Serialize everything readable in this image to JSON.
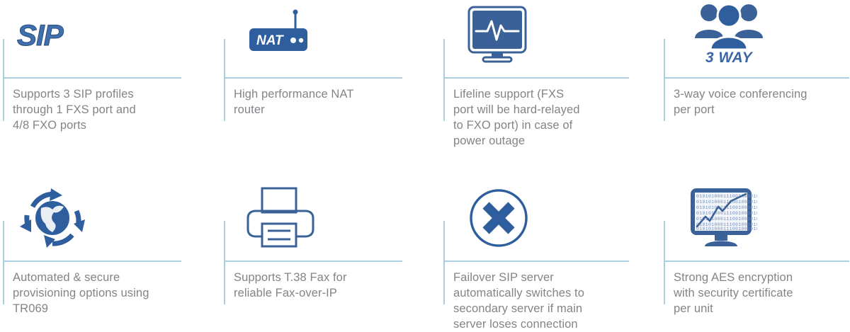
{
  "accent_blue": "#2e5e9e",
  "divider_color": "#a9cfe0",
  "text_color": "#828487",
  "features": [
    {
      "id": "sip-profiles",
      "icon": "sip-logo-icon",
      "logo_text": "SIP",
      "caption": "Supports 3 SIP profiles\nthrough 1 FXS port and\n4/8 FXO ports"
    },
    {
      "id": "nat-router",
      "icon": "nat-router-icon",
      "logo_text": "NAT",
      "caption": "High performance NAT\nrouter"
    },
    {
      "id": "lifeline-support",
      "icon": "monitor-pulse-icon",
      "caption": "Lifeline support (FXS\nport will be hard-relayed\nto FXO port) in case of\npower outage"
    },
    {
      "id": "three-way-conferencing",
      "icon": "three-people-icon",
      "logo_text": "3 WAY",
      "caption": "3-way voice conferencing\nper port"
    },
    {
      "id": "auto-provisioning",
      "icon": "globe-sync-icon",
      "caption": "Automated & secure\nprovisioning options using\nTR069"
    },
    {
      "id": "t38-fax",
      "icon": "printer-fax-icon",
      "caption": "Supports T.38 Fax for\nreliable Fax-over-IP"
    },
    {
      "id": "failover-sip-server",
      "icon": "circle-x-icon",
      "caption": "Failover SIP server\nautomatically switches to\nsecondary server if main\nserver loses connection"
    },
    {
      "id": "aes-encryption",
      "icon": "monitor-binary-chart-icon",
      "caption": "Strong AES encryption\nwith security certificate\nper unit"
    }
  ]
}
